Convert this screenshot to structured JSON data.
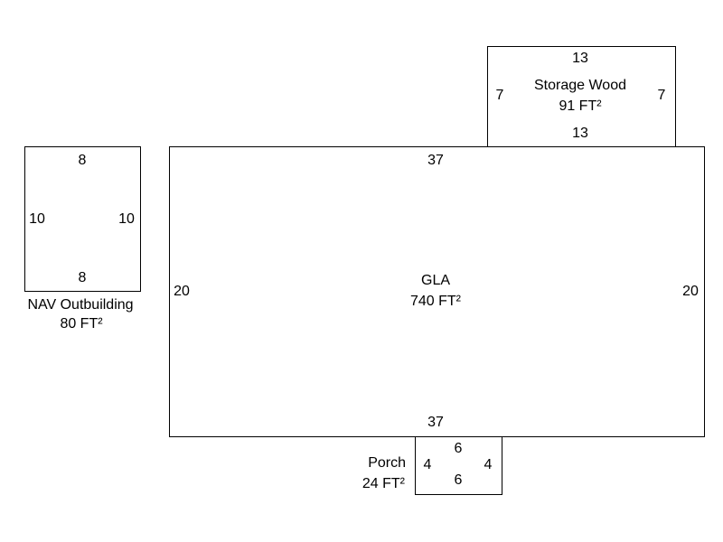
{
  "rooms": {
    "storage": {
      "name": "Storage Wood",
      "area": "91 FT²",
      "top": "13",
      "bottom": "13",
      "left": "7",
      "right": "7"
    },
    "gla": {
      "name": "GLA",
      "area": "740 FT²",
      "top": "37",
      "bottom": "37",
      "left": "20",
      "right": "20"
    },
    "nav": {
      "name": "NAV Outbuilding",
      "area": "80 FT²",
      "top": "8",
      "bottom": "8",
      "left": "10",
      "right": "10"
    },
    "porch": {
      "name": "Porch",
      "area": "24 FT²",
      "top": "6",
      "bottom": "6",
      "left": "4",
      "right": "4"
    }
  }
}
